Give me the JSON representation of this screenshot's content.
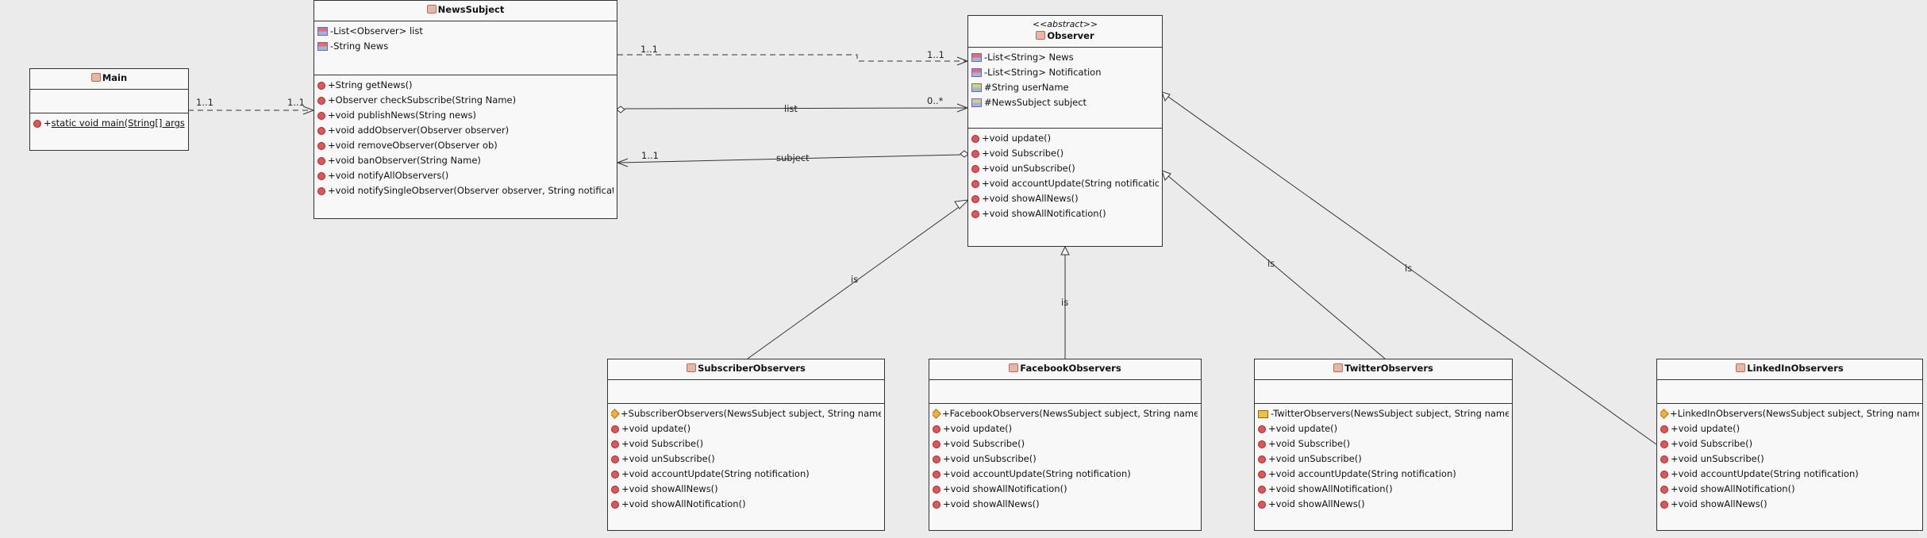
{
  "classes": {
    "main": {
      "name": "Main",
      "attributes": [],
      "operations": [
        {
          "vis": "+",
          "text": "static void main(String[] args)"
        }
      ]
    },
    "news_subject": {
      "name": "NewsSubject",
      "attributes": [
        {
          "vis": "-",
          "text": "List<Observer> list"
        },
        {
          "vis": "-",
          "text": "String News"
        }
      ],
      "operations": [
        {
          "vis": "+",
          "text": "String getNews()"
        },
        {
          "vis": "+",
          "text": "Observer checkSubscribe(String Name)"
        },
        {
          "vis": "+",
          "text": "void publishNews(String news)"
        },
        {
          "vis": "+",
          "text": "void addObserver(Observer observer)"
        },
        {
          "vis": "+",
          "text": "void removeObserver(Observer ob)"
        },
        {
          "vis": "+",
          "text": "void banObserver(String Name)"
        },
        {
          "vis": "+",
          "text": "void notifyAllObservers()"
        },
        {
          "vis": "+",
          "text": "void notifySingleObserver(Observer observer, String notification)"
        }
      ]
    },
    "observer": {
      "stereotype": "<<abstract>>",
      "name": "Observer",
      "attributes": [
        {
          "vis": "-",
          "text": "List<String> News"
        },
        {
          "vis": "-",
          "text": "List<String> Notification"
        },
        {
          "vis": "#",
          "text": "String userName"
        },
        {
          "vis": "#",
          "text": "NewsSubject subject"
        }
      ],
      "operations": [
        {
          "vis": "+",
          "text": "void update()"
        },
        {
          "vis": "+",
          "text": "void Subscribe()"
        },
        {
          "vis": "+",
          "text": "void unSubscribe()"
        },
        {
          "vis": "+",
          "text": "void accountUpdate(String notification)"
        },
        {
          "vis": "+",
          "text": "void showAllNews()"
        },
        {
          "vis": "+",
          "text": "void showAllNotification()"
        }
      ]
    },
    "subscriber_observers": {
      "name": "SubscriberObservers",
      "attributes": [],
      "operations": [
        {
          "vis": "+",
          "text": "SubscriberObservers(NewsSubject subject, String name)"
        },
        {
          "vis": "+",
          "text": "void update()"
        },
        {
          "vis": "+",
          "text": "void Subscribe()"
        },
        {
          "vis": "+",
          "text": "void unSubscribe()"
        },
        {
          "vis": "+",
          "text": "void accountUpdate(String notification)"
        },
        {
          "vis": "+",
          "text": "void showAllNews()"
        },
        {
          "vis": "+",
          "text": "void showAllNotification()"
        }
      ]
    },
    "facebook_observers": {
      "name": "FacebookObservers",
      "attributes": [],
      "operations": [
        {
          "vis": "+",
          "text": "FacebookObservers(NewsSubject subject, String name)"
        },
        {
          "vis": "+",
          "text": "void update()"
        },
        {
          "vis": "+",
          "text": "void Subscribe()"
        },
        {
          "vis": "+",
          "text": "void unSubscribe()"
        },
        {
          "vis": "+",
          "text": "void accountUpdate(String notification)"
        },
        {
          "vis": "+",
          "text": "void showAllNotification()"
        },
        {
          "vis": "+",
          "text": "void showAllNews()"
        }
      ]
    },
    "twitter_observers": {
      "name": "TwitterObservers",
      "attributes": [],
      "operations": [
        {
          "vis": "-",
          "text": "TwitterObservers(NewsSubject subject, String name)"
        },
        {
          "vis": "+",
          "text": "void update()"
        },
        {
          "vis": "+",
          "text": "void Subscribe()"
        },
        {
          "vis": "+",
          "text": "void unSubscribe()"
        },
        {
          "vis": "+",
          "text": "void accountUpdate(String notification)"
        },
        {
          "vis": "+",
          "text": "void showAllNotification()"
        },
        {
          "vis": "+",
          "text": "void showAllNews()"
        }
      ]
    },
    "linkedin_observers": {
      "name": "LinkedInObservers",
      "attributes": [],
      "operations": [
        {
          "vis": "+",
          "text": "LinkedInObservers(NewsSubject subject, String name)"
        },
        {
          "vis": "+",
          "text": "void update()"
        },
        {
          "vis": "+",
          "text": "void Subscribe()"
        },
        {
          "vis": "+",
          "text": "void unSubscribe()"
        },
        {
          "vis": "+",
          "text": "void accountUpdate(String notification)"
        },
        {
          "vis": "+",
          "text": "void showAllNotification()"
        },
        {
          "vis": "+",
          "text": "void showAllNews()"
        }
      ]
    }
  },
  "relations": {
    "main_newssubject": {
      "source_mult": "1..1",
      "target_mult": "1..1"
    },
    "newssubject_observer_dep": {
      "source_mult": "1..1",
      "target_mult": "1..1"
    },
    "list_assoc": {
      "label": "list",
      "target_mult": "0..*"
    },
    "subject_assoc": {
      "label": "subject",
      "target_mult": "1..1"
    },
    "inheritance_label": "is"
  },
  "colors": {
    "background": "#ebebeb",
    "box_fill": "#f8f8f8",
    "line": "#333333"
  }
}
